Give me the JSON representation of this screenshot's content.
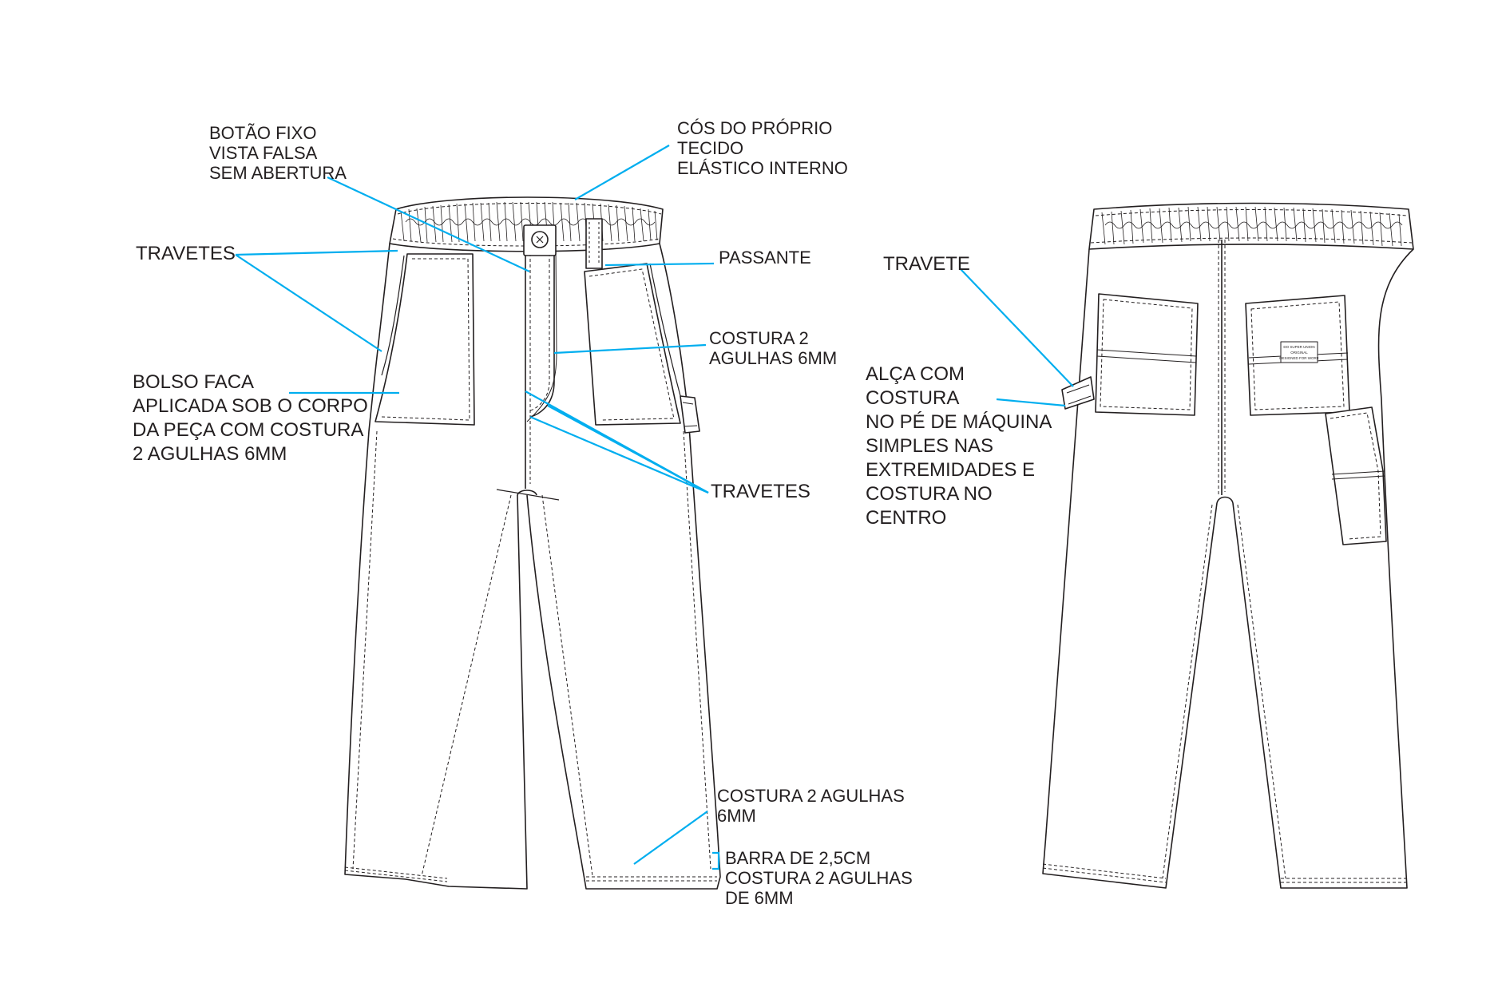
{
  "colors": {
    "outline": "#231f20",
    "leader": "#00aeef",
    "background": "#ffffff"
  },
  "front_view": {
    "labels": {
      "button": "BOTÃO FIXO\nVISTA FALSA\nSEM ABERTURA",
      "waistband": "CÓS DO PRÓPRIO\nTECIDO\nELÁSTICO INTERNO",
      "bartacks_top": "TRAVETES",
      "belt_loop": "PASSANTE",
      "fly_stitch": "COSTURA 2\nAGULHAS 6MM",
      "front_pocket": "BOLSO FACA\nAPLICADA SOB O CORPO\nDA PEÇA COM COSTURA\n2 AGULHAS 6MM",
      "bartacks_crotch": "TRAVETES",
      "side_stitch": "COSTURA 2 AGULHAS\n6MM",
      "hem": "BARRA DE 2,5CM\nCOSTURA 2 AGULHAS\nDE 6MM"
    }
  },
  "back_view": {
    "labels": {
      "bartack": "TRAVETE",
      "loop": "ALÇA COM\nCOSTURA\nNO PÉ DE MÁQUINA\nSIMPLES NAS\nEXTREMIDADES E\nCOSTURA NO\nCENTRO"
    },
    "pocket_tag": [
      "DO SUPER UNION",
      "ORIGINAL",
      "DESIGNED FOR WORK"
    ]
  }
}
